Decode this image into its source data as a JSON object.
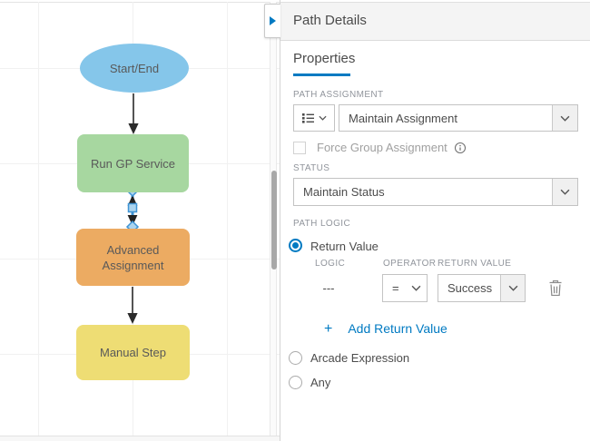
{
  "colors": {
    "accent_blue": "#007ac2",
    "connector_selected": "#3e93d4",
    "node_start": "#85c6ea",
    "node_gp": "#a7d7a0",
    "node_advanced": "#ecab62",
    "node_manual": "#eedd74"
  },
  "canvas": {
    "nodes": [
      {
        "label": "Start/End",
        "shape": "ellipse",
        "color": "#85c6ea"
      },
      {
        "label": "Run GP Service",
        "shape": "rect",
        "color": "#a7d7a0"
      },
      {
        "label": "Advanced Assignment",
        "shape": "rect",
        "color": "#ecab62"
      },
      {
        "label": "Manual Step",
        "shape": "rect",
        "color": "#eedd74"
      }
    ],
    "selected_connector": {
      "from": "Run GP Service",
      "to": "Advanced Assignment"
    }
  },
  "panel": {
    "title": "Path Details",
    "tab": "Properties",
    "path_assignment": {
      "label": "PATH ASSIGNMENT",
      "value": "Maintain Assignment"
    },
    "force_group": {
      "label": "Force Group Assignment",
      "checked": false,
      "disabled": true
    },
    "status": {
      "label": "STATUS",
      "value": "Maintain Status"
    },
    "path_logic": {
      "label": "PATH LOGIC",
      "radios": [
        {
          "label": "Return Value",
          "selected": true
        },
        {
          "label": "Arcade Expression",
          "selected": false
        },
        {
          "label": "Any",
          "selected": false
        }
      ],
      "columns": {
        "logic": "LOGIC",
        "operator": "OPERATOR",
        "return_value": "RETURN VALUE"
      },
      "row": {
        "logic": "---",
        "operator": "=",
        "return_value": "Success"
      },
      "add": {
        "plus": "+",
        "label": "Add Return Value"
      }
    }
  }
}
